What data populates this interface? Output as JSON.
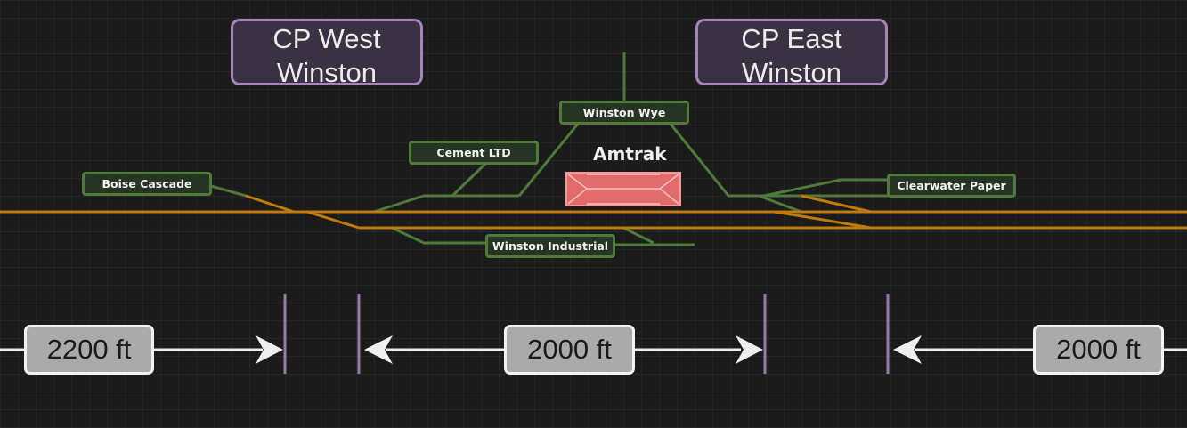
{
  "control_points": [
    {
      "id": "cp-west",
      "line1": "CP West",
      "line2": "Winston"
    },
    {
      "id": "cp-east",
      "line1": "CP East",
      "line2": "Winston"
    }
  ],
  "industries": {
    "boise_cascade": "Boise Cascade",
    "cement_ltd": "Cement LTD",
    "winston_wye": "Winston Wye",
    "clearwater_paper": "Clearwater Paper",
    "winston_industrial": "Winston Industrial"
  },
  "station": {
    "label": "Amtrak"
  },
  "distances": {
    "west": "2200 ft",
    "middle": "2000 ft",
    "east": "2000 ft"
  },
  "colors": {
    "mainline": "#c27a08",
    "industry_track": "#4f7a39",
    "station_fill": "#e06c6c",
    "station_border": "#f29a9a",
    "boundary_marker": "#9a78a8",
    "dimension_arrow": "#eeeeee"
  }
}
